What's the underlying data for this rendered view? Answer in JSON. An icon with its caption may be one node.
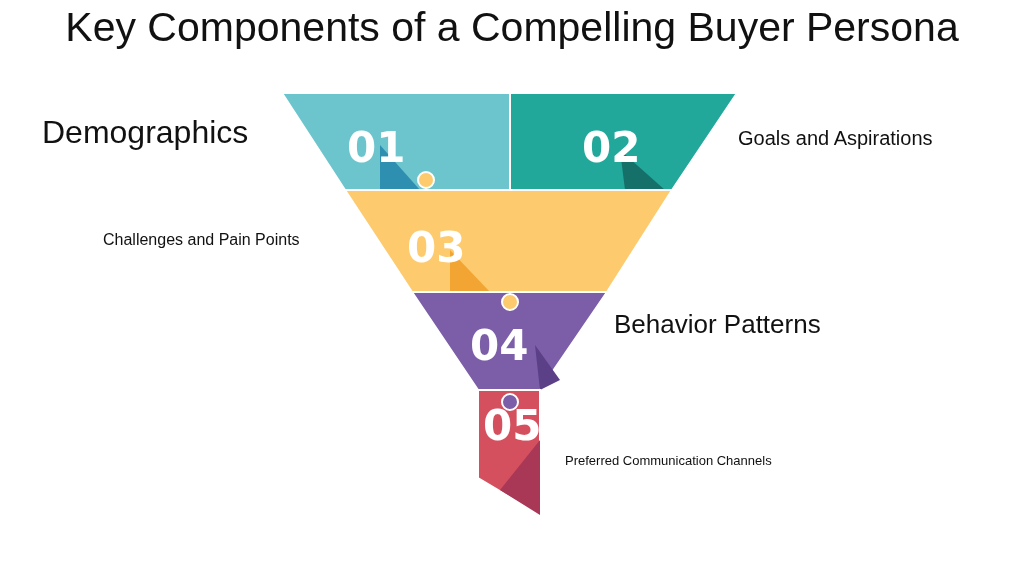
{
  "diagram": {
    "title": "Key Components of a Compelling Buyer Persona",
    "nodes": [
      {
        "text": [
          "01"
        ],
        "beside": [
          "Demographics"
        ]
      },
      {
        "text": [
          "02"
        ],
        "beside": [
          "Goals and Aspirations"
        ]
      },
      {
        "text": [
          "03"
        ],
        "beside": [
          "Challenges and Pain Points"
        ]
      },
      {
        "text": [
          "04"
        ],
        "beside": [
          "Behavior Patterns"
        ]
      },
      {
        "text": [
          "05"
        ],
        "beside": [
          "Preferred Communication Channels"
        ]
      }
    ],
    "edges": []
  }
}
